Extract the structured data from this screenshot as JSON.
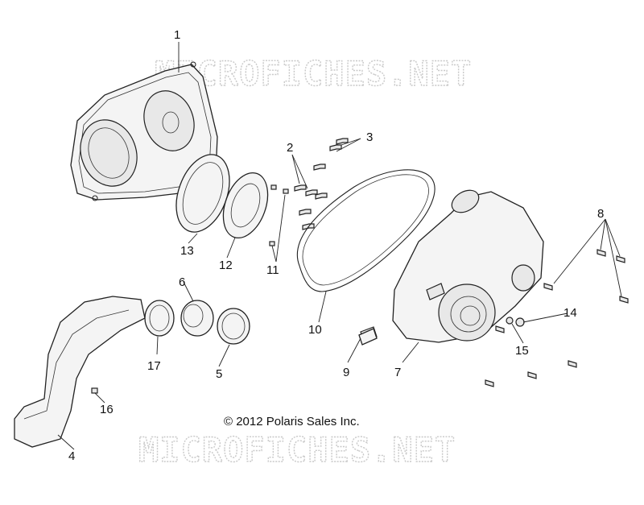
{
  "watermark_top": "MICROFICHES.NET",
  "watermark_bottom": "MICROFICHES.NET",
  "copyright": "© 2012 Polaris Sales Inc.",
  "callouts": [
    "1",
    "2",
    "3",
    "4",
    "5",
    "6",
    "7",
    "8",
    "9",
    "10",
    "11",
    "12",
    "13",
    "14",
    "15",
    "16",
    "17"
  ]
}
